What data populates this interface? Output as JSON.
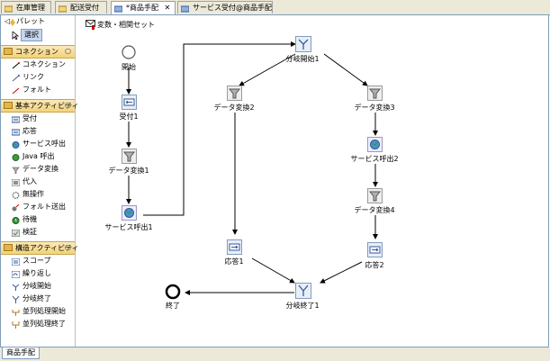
{
  "tabs": [
    {
      "label": "在庫管理"
    },
    {
      "label": "配送受付"
    },
    {
      "label": "*商品手配",
      "close": "✕"
    },
    {
      "label": "サービス受付@商品手配"
    }
  ],
  "palette": {
    "title": "パレット",
    "select_label": "選択",
    "connection": {
      "title": "コネクション",
      "items": [
        "コネクション",
        "リンク",
        "フォルト"
      ]
    },
    "basic": {
      "title": "基本アクティビティ",
      "items": [
        "受付",
        "応答",
        "サービス呼出",
        "Java 呼出",
        "データ変換",
        "代入",
        "無操作",
        "フォルト送出",
        "待機",
        "検証"
      ]
    },
    "structure": {
      "title": "構造アクティビティ",
      "items": [
        "スコープ",
        "繰り返し",
        "分岐開始",
        "分岐終了",
        "並列処理開始",
        "並列処理終了"
      ]
    }
  },
  "canvas": {
    "variable_set": "変数・相関セット",
    "nodes": {
      "start": "開始",
      "receive1": "受付1",
      "transform1": "データ変換1",
      "invoke1": "サービス呼出1",
      "branch_start1": "分岐開始1",
      "transform2": "データ変換2",
      "transform3": "データ変換3",
      "invoke2": "サービス呼出2",
      "transform4": "データ変換4",
      "reply1": "応答1",
      "reply2": "応答2",
      "branch_end1": "分岐終了1",
      "end": "終了"
    }
  },
  "bottom_tab": "商品手配",
  "colors": {
    "accent": "#7f9db9",
    "drawer": "#f3d37a",
    "selected": "#c7d7ef",
    "icon_blue": "#4a78c8",
    "icon_green": "#3a9a3a"
  }
}
